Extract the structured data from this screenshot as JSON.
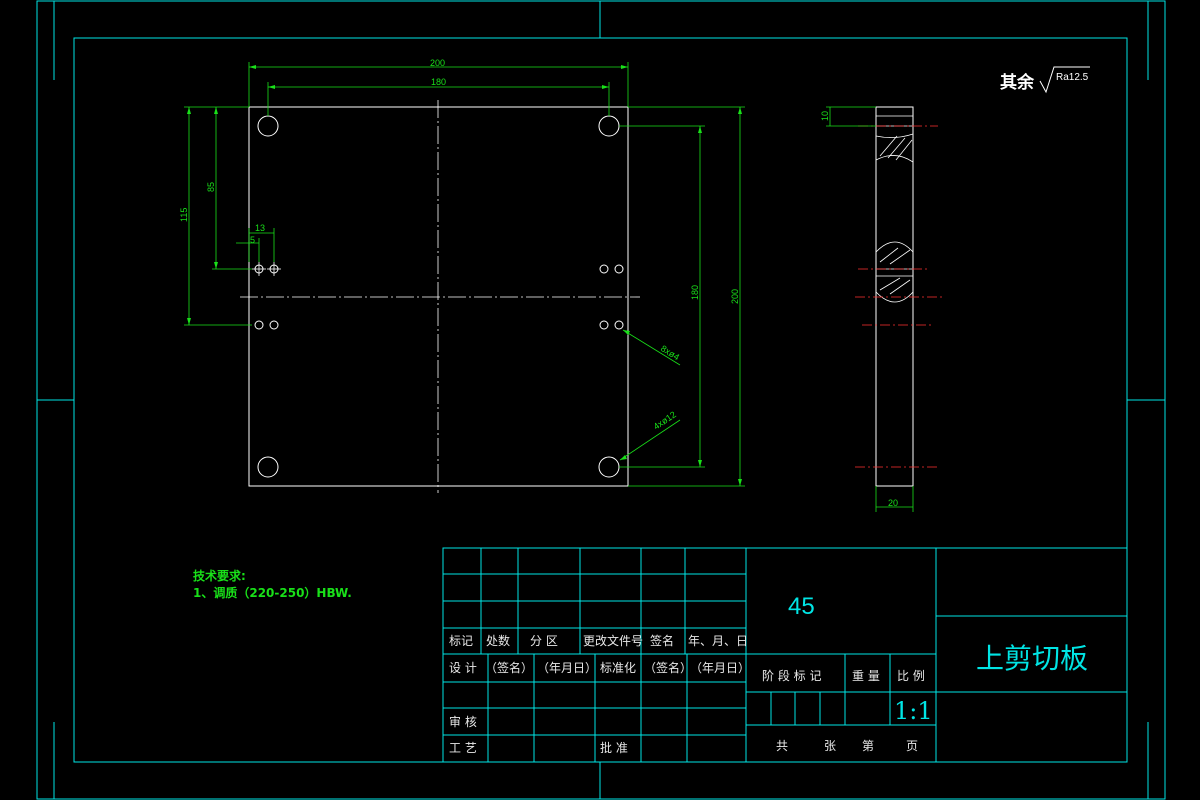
{
  "surface_note": {
    "label": "其余",
    "value": "Ra12.5"
  },
  "dimensions": {
    "width_outer": "200",
    "width_holes": "180",
    "height_outer": "200",
    "height_holes": "180",
    "v_115": "115",
    "v_85": "85",
    "h_13": "13",
    "h_5": "5",
    "small_holes": "8xø4",
    "big_holes": "4xø12",
    "side_top": "10",
    "side_thickness": "20"
  },
  "tech_req": {
    "title": "技术要求:",
    "item1": "1、调质（220-250）HBW."
  },
  "title_block": {
    "headers": [
      "标记",
      "处数",
      "分 区",
      "更改文件号",
      "签名",
      "年、月、日"
    ],
    "design_row": [
      "设 计",
      "（签名）",
      "（年月日）",
      "标准化",
      "（签名）",
      "（年月日）"
    ],
    "review": "审 核",
    "process": "工 艺",
    "approve": "批 准",
    "material": "45",
    "part_name": "上剪切板",
    "stage_labels": [
      "阶 段 标 记",
      "重 量",
      "比 例"
    ],
    "scale": "1:1",
    "sheet_labels": [
      "共",
      "张",
      "第",
      "页"
    ]
  },
  "colors": {
    "frame": "#00e5e5",
    "outline": "#ffffff",
    "dimension": "#19e019",
    "center": "#ff3030",
    "hatch": "#ffffff"
  }
}
